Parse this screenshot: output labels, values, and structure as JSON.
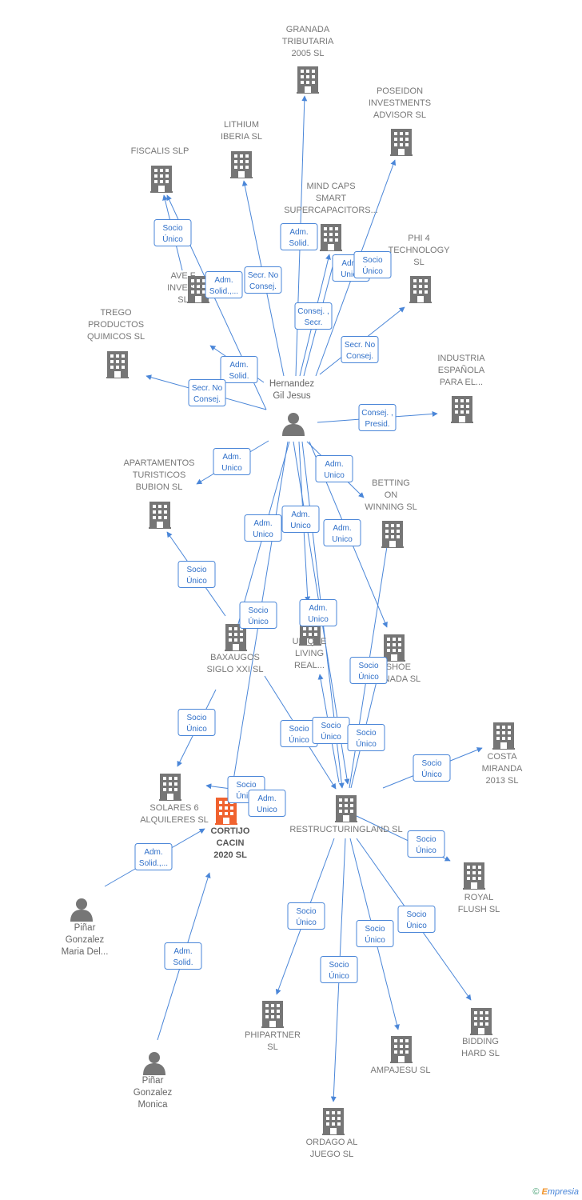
{
  "colors": {
    "edge": "#4a86d8",
    "company": "#767676",
    "focus": "#f0622f",
    "person": "#767676"
  },
  "brand": {
    "copyright": "©",
    "first_letter": "E",
    "rest": "mpresia"
  },
  "nodes": [
    {
      "id": "granada",
      "type": "company",
      "label": [
        "GRANADA",
        "TRIBUTARIA",
        "2005 SL"
      ]
    },
    {
      "id": "poseidon",
      "type": "company",
      "label": [
        "POSEIDON",
        "INVESTMENTS",
        "ADVISOR  SL"
      ]
    },
    {
      "id": "lithium",
      "type": "company",
      "label": [
        "LITHIUM",
        "IBERIA  SL"
      ]
    },
    {
      "id": "fiscalis",
      "type": "company",
      "label": [
        "FISCALIS  SLP"
      ]
    },
    {
      "id": "mindcaps",
      "type": "company",
      "label": [
        "MIND CAPS",
        "SMART",
        "SUPERCAPACITORS..."
      ]
    },
    {
      "id": "phi4",
      "type": "company",
      "label": [
        "PHI 4",
        "TECHNOLOGY",
        "SL"
      ]
    },
    {
      "id": "ave",
      "type": "company",
      "label": [
        "AVE F",
        "INVEST",
        "SL"
      ]
    },
    {
      "id": "trego",
      "type": "company",
      "label": [
        "TREGO",
        "PRODUCTOS",
        "QUIMICOS  SL"
      ]
    },
    {
      "id": "industria",
      "type": "company",
      "label": [
        "INDUSTRIA",
        "ESPAÑOLA",
        "PARA EL..."
      ]
    },
    {
      "id": "hernandez",
      "type": "person",
      "label": [
        "Hernandez",
        "Gil Jesus"
      ]
    },
    {
      "id": "apartamentos",
      "type": "company",
      "label": [
        "APARTAMENTOS",
        "TURISTICOS",
        "BUBION SL"
      ]
    },
    {
      "id": "betting",
      "type": "company",
      "label": [
        "BETTING",
        "ON",
        "WINNING  SL"
      ]
    },
    {
      "id": "baxaugos",
      "type": "company",
      "label": [
        "BAXAUGOS",
        "SIGLO XXI SL"
      ]
    },
    {
      "id": "unique",
      "type": "company",
      "label": [
        "UNIQUE",
        "LIVING",
        "REAL..."
      ]
    },
    {
      "id": "horseshoe",
      "type": "company",
      "label": [
        "SESHOE",
        "GRANADA  SL"
      ]
    },
    {
      "id": "costa",
      "type": "company",
      "label": [
        "COSTA",
        "MIRANDA",
        "2013  SL"
      ]
    },
    {
      "id": "solares",
      "type": "company",
      "label": [
        "SOLARES 6",
        "ALQUILERES SL"
      ]
    },
    {
      "id": "cortijo",
      "type": "focus",
      "label": [
        "CORTIJO",
        "CACIN",
        "2020  SL"
      ]
    },
    {
      "id": "restructuringland",
      "type": "company",
      "label": [
        "RESTRUCTURINGLAND SL"
      ]
    },
    {
      "id": "royal",
      "type": "company",
      "label": [
        "ROYAL",
        "FLUSH  SL"
      ]
    },
    {
      "id": "pinar_maria",
      "type": "person",
      "label": [
        "Piñar",
        "Gonzalez",
        "Maria Del..."
      ]
    },
    {
      "id": "phipartner",
      "type": "company",
      "label": [
        "PHIPARTNER",
        "SL"
      ]
    },
    {
      "id": "bidding",
      "type": "company",
      "label": [
        "BIDDING",
        "HARD  SL"
      ]
    },
    {
      "id": "ampajesu",
      "type": "company",
      "label": [
        "AMPAJESU  SL"
      ]
    },
    {
      "id": "pinar_monica",
      "type": "person",
      "label": [
        "Piñar",
        "Gonzalez",
        "Monica"
      ]
    },
    {
      "id": "ordago",
      "type": "company",
      "label": [
        "ORDAGO AL",
        "JUEGO  SL"
      ]
    }
  ],
  "edge_labels": [
    {
      "id": "l_fiscalis",
      "lines": [
        "Socio",
        "Único"
      ]
    },
    {
      "id": "l_granada",
      "lines": [
        "Adm.",
        "Solid."
      ]
    },
    {
      "id": "l_mindcaps",
      "lines": [
        "Adm.",
        "Unico"
      ]
    },
    {
      "id": "l_poseidon",
      "lines": [
        "Socio",
        "Único"
      ]
    },
    {
      "id": "l_ave",
      "lines": [
        "Adm.",
        "Solid.,..."
      ]
    },
    {
      "id": "l_lithium",
      "lines": [
        "Secr.  No",
        "Consej."
      ]
    },
    {
      "id": "l_mindcaps2",
      "lines": [
        "Consej. ,",
        "Secr."
      ]
    },
    {
      "id": "l_phi4",
      "lines": [
        "Secr.  No",
        "Consej."
      ]
    },
    {
      "id": "l_ave2",
      "lines": [
        "Adm.",
        "Solid."
      ]
    },
    {
      "id": "l_trego",
      "lines": [
        "Secr.  No",
        "Consej."
      ]
    },
    {
      "id": "l_industria",
      "lines": [
        "Consej. ,",
        "Presid."
      ]
    },
    {
      "id": "l_apartamentos",
      "lines": [
        "Adm.",
        "Unico"
      ]
    },
    {
      "id": "l_betting",
      "lines": [
        "Adm.",
        "Unico"
      ]
    },
    {
      "id": "l_baxaugos",
      "lines": [
        "Adm.",
        "Unico"
      ]
    },
    {
      "id": "l_unique",
      "lines": [
        "Adm.",
        "Unico"
      ]
    },
    {
      "id": "l_horseshoe",
      "lines": [
        "Adm.",
        "Unico"
      ]
    },
    {
      "id": "l_apartamentos2",
      "lines": [
        "Socio",
        "Único"
      ]
    },
    {
      "id": "l_cortijo_h",
      "lines": [
        "Socio",
        "Único"
      ]
    },
    {
      "id": "l_unique2",
      "lines": [
        "Adm.",
        "Unico"
      ]
    },
    {
      "id": "l_horseshoe2",
      "lines": [
        "Socio",
        "Único"
      ]
    },
    {
      "id": "l_solares",
      "lines": [
        "Socio",
        "Único"
      ]
    },
    {
      "id": "l_restr1",
      "lines": [
        "Socio",
        "Único"
      ]
    },
    {
      "id": "l_restr2",
      "lines": [
        "Socio",
        "Único"
      ]
    },
    {
      "id": "l_restr3",
      "lines": [
        "Socio",
        "Único"
      ]
    },
    {
      "id": "l_costa",
      "lines": [
        "Socio",
        "Único"
      ]
    },
    {
      "id": "l_cortijo_s",
      "lines": [
        "Socio",
        "Único"
      ]
    },
    {
      "id": "l_cortijo_a",
      "lines": [
        "Adm.",
        "Unico"
      ]
    },
    {
      "id": "l_maria",
      "lines": [
        "Adm.",
        "Solid.,..."
      ]
    },
    {
      "id": "l_royal",
      "lines": [
        "Socio",
        "Único"
      ]
    },
    {
      "id": "l_phipartner",
      "lines": [
        "Socio",
        "Único"
      ]
    },
    {
      "id": "l_bidding",
      "lines": [
        "Socio",
        "Único"
      ]
    },
    {
      "id": "l_ampajesu",
      "lines": [
        "Socio",
        "Único"
      ]
    },
    {
      "id": "l_ordago",
      "lines": [
        "Socio",
        "Único"
      ]
    },
    {
      "id": "l_monica",
      "lines": [
        "Adm.",
        "Solid."
      ]
    }
  ]
}
